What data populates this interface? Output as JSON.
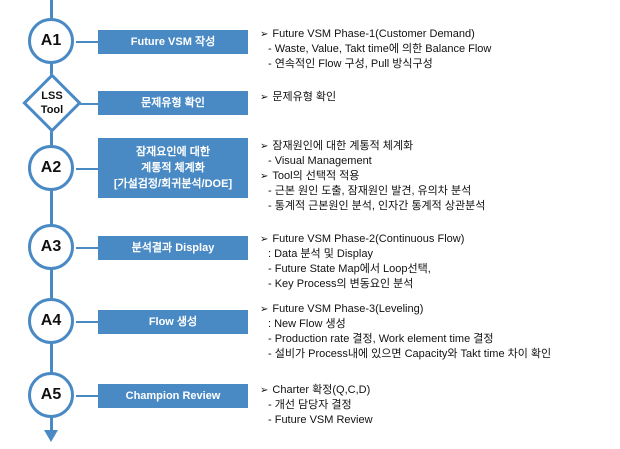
{
  "steps": [
    {
      "badge": "A1",
      "box": [
        "Future VSM 작성"
      ],
      "details": [
        {
          "kind": "main",
          "text": "Future VSM Phase-1(Customer Demand)"
        },
        {
          "kind": "sub",
          "text": "- Waste, Value, Takt time에 의한 Balance Flow"
        },
        {
          "kind": "sub",
          "text": "- 연속적인 Flow 구성, Pull 방식구성"
        }
      ]
    },
    {
      "badge_lines": [
        "LSS",
        "Tool"
      ],
      "box": [
        "문제유형 확인"
      ],
      "details": [
        {
          "kind": "main",
          "text": "문제유형 확인"
        }
      ]
    },
    {
      "badge": "A2",
      "box": [
        "잠재요인에 대한",
        "계통적 체계화",
        "[가설검정/회귀분석/DOE]"
      ],
      "details": [
        {
          "kind": "main",
          "text": "잠재원인에 대한 계통적 체계화"
        },
        {
          "kind": "sub",
          "text": "- Visual Management"
        },
        {
          "kind": "main",
          "text": "Tool의 선택적 적용"
        },
        {
          "kind": "sub",
          "text": "- 근본 원인 도출, 잠재원인 발견, 유의차 분석"
        },
        {
          "kind": "sub",
          "text": "- 통계적 근본원인 분석, 인자간 통계적 상관분석"
        }
      ]
    },
    {
      "badge": "A3",
      "box": [
        "분석결과 Display"
      ],
      "details": [
        {
          "kind": "main",
          "text": "Future VSM Phase-2(Continuous Flow)"
        },
        {
          "kind": "sub",
          "text": ": Data 분석 및 Display"
        },
        {
          "kind": "sub",
          "text": "- Future State Map에서 Loop선택,"
        },
        {
          "kind": "sub",
          "text": "- Key Process의 변동요인 분석"
        }
      ]
    },
    {
      "badge": "A4",
      "box": [
        "Flow 생성"
      ],
      "details": [
        {
          "kind": "main",
          "text": "Future VSM Phase-3(Leveling)"
        },
        {
          "kind": "sub",
          "text": ": New Flow 생성"
        },
        {
          "kind": "sub",
          "text": "- Production rate 결정, Work element time 결정"
        },
        {
          "kind": "sub",
          "text": "- 설비가 Process내에 있으면 Capacity와 Takt time 차이 확인"
        }
      ]
    },
    {
      "badge": "A5",
      "box": [
        "Champion Review"
      ],
      "details": [
        {
          "kind": "main",
          "text": "Charter 확정(Q,C,D)"
        },
        {
          "kind": "sub",
          "text": "- 개선 담당자 결정"
        },
        {
          "kind": "sub",
          "text": "- Future VSM Review"
        }
      ]
    }
  ],
  "colors": {
    "accent": "#4a8ac4",
    "text": "#111111",
    "box_text": "#ffffff"
  }
}
